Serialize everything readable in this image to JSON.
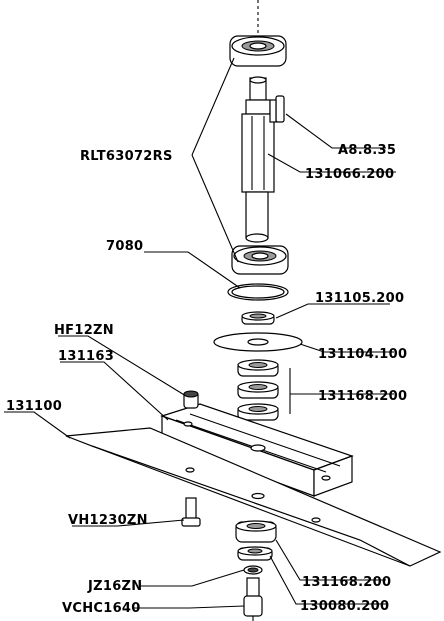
{
  "labels": {
    "bearing": "RLT63072RS",
    "key": "A8.8.35",
    "shaft": "131066.200",
    "ring": "7080",
    "spacer_a": "131105.200",
    "washer": "131104.100",
    "hf": "HF12ZN",
    "bracket": "131163",
    "spacers": "131168.200",
    "blade": "131100",
    "vh": "VH1230ZN",
    "jz": "JZ16ZN",
    "spacer_b": "131168.200",
    "bottom_washer": "130080.200",
    "vchc": "VCHC1640"
  }
}
